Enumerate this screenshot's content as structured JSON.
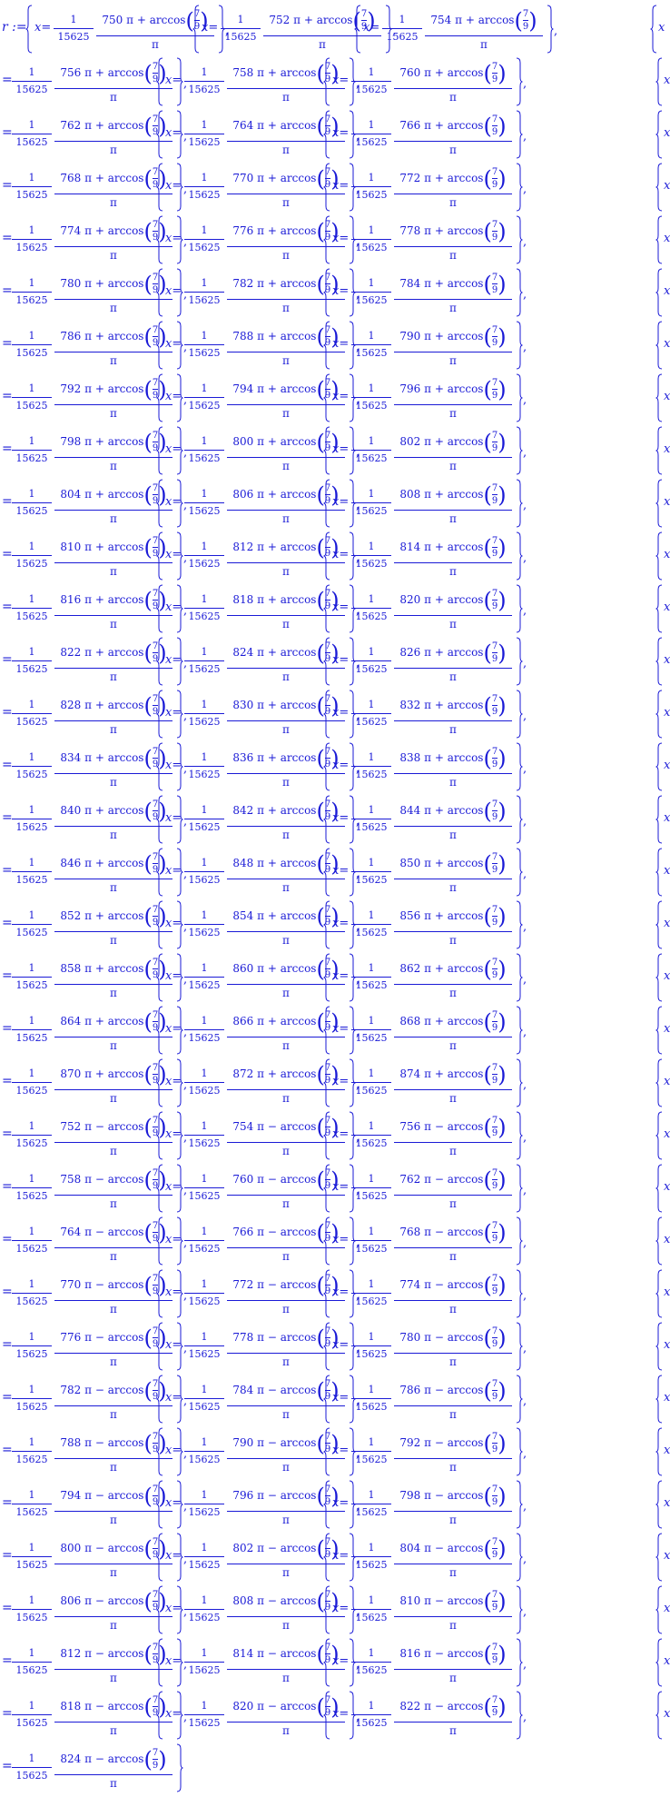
{
  "assignment_prefix": "r :=",
  "row_prefix": "=",
  "variable": "x",
  "equals_sign": "=",
  "frac_numerator": "1",
  "frac_denominator": "15625",
  "pi_symbol": "π",
  "arccos_label": "arccos",
  "arccos_arg_num": "7",
  "arccos_arg_den": "9",
  "separator": ",",
  "rows": [
    {
      "terms": [
        {
          "k": "750",
          "op": "+"
        },
        {
          "k": "752",
          "op": "+"
        },
        {
          "k": "754",
          "op": "+"
        }
      ]
    },
    {
      "terms": [
        {
          "k": "756",
          "op": "+"
        },
        {
          "k": "758",
          "op": "+"
        },
        {
          "k": "760",
          "op": "+"
        }
      ]
    },
    {
      "terms": [
        {
          "k": "762",
          "op": "+"
        },
        {
          "k": "764",
          "op": "+"
        },
        {
          "k": "766",
          "op": "+"
        }
      ]
    },
    {
      "terms": [
        {
          "k": "768",
          "op": "+"
        },
        {
          "k": "770",
          "op": "+"
        },
        {
          "k": "772",
          "op": "+"
        }
      ]
    },
    {
      "terms": [
        {
          "k": "774",
          "op": "+"
        },
        {
          "k": "776",
          "op": "+"
        },
        {
          "k": "778",
          "op": "+"
        }
      ]
    },
    {
      "terms": [
        {
          "k": "780",
          "op": "+"
        },
        {
          "k": "782",
          "op": "+"
        },
        {
          "k": "784",
          "op": "+"
        }
      ]
    },
    {
      "terms": [
        {
          "k": "786",
          "op": "+"
        },
        {
          "k": "788",
          "op": "+"
        },
        {
          "k": "790",
          "op": "+"
        }
      ]
    },
    {
      "terms": [
        {
          "k": "792",
          "op": "+"
        },
        {
          "k": "794",
          "op": "+"
        },
        {
          "k": "796",
          "op": "+"
        }
      ]
    },
    {
      "terms": [
        {
          "k": "798",
          "op": "+"
        },
        {
          "k": "800",
          "op": "+"
        },
        {
          "k": "802",
          "op": "+"
        }
      ]
    },
    {
      "terms": [
        {
          "k": "804",
          "op": "+"
        },
        {
          "k": "806",
          "op": "+"
        },
        {
          "k": "808",
          "op": "+"
        }
      ]
    },
    {
      "terms": [
        {
          "k": "810",
          "op": "+"
        },
        {
          "k": "812",
          "op": "+"
        },
        {
          "k": "814",
          "op": "+"
        }
      ]
    },
    {
      "terms": [
        {
          "k": "816",
          "op": "+"
        },
        {
          "k": "818",
          "op": "+"
        },
        {
          "k": "820",
          "op": "+"
        }
      ]
    },
    {
      "terms": [
        {
          "k": "822",
          "op": "+"
        },
        {
          "k": "824",
          "op": "+"
        },
        {
          "k": "826",
          "op": "+"
        }
      ]
    },
    {
      "terms": [
        {
          "k": "828",
          "op": "+"
        },
        {
          "k": "830",
          "op": "+"
        },
        {
          "k": "832",
          "op": "+"
        }
      ]
    },
    {
      "terms": [
        {
          "k": "834",
          "op": "+"
        },
        {
          "k": "836",
          "op": "+"
        },
        {
          "k": "838",
          "op": "+"
        }
      ]
    },
    {
      "terms": [
        {
          "k": "840",
          "op": "+"
        },
        {
          "k": "842",
          "op": "+"
        },
        {
          "k": "844",
          "op": "+"
        }
      ]
    },
    {
      "terms": [
        {
          "k": "846",
          "op": "+"
        },
        {
          "k": "848",
          "op": "+"
        },
        {
          "k": "850",
          "op": "+"
        }
      ]
    },
    {
      "terms": [
        {
          "k": "852",
          "op": "+"
        },
        {
          "k": "854",
          "op": "+"
        },
        {
          "k": "856",
          "op": "+"
        }
      ]
    },
    {
      "terms": [
        {
          "k": "858",
          "op": "+"
        },
        {
          "k": "860",
          "op": "+"
        },
        {
          "k": "862",
          "op": "+"
        }
      ]
    },
    {
      "terms": [
        {
          "k": "864",
          "op": "+"
        },
        {
          "k": "866",
          "op": "+"
        },
        {
          "k": "868",
          "op": "+"
        }
      ]
    },
    {
      "terms": [
        {
          "k": "870",
          "op": "+"
        },
        {
          "k": "872",
          "op": "+"
        },
        {
          "k": "874",
          "op": "+"
        }
      ]
    },
    {
      "terms": [
        {
          "k": "752",
          "op": "−"
        },
        {
          "k": "754",
          "op": "−"
        },
        {
          "k": "756",
          "op": "−"
        }
      ]
    },
    {
      "terms": [
        {
          "k": "758",
          "op": "−"
        },
        {
          "k": "760",
          "op": "−"
        },
        {
          "k": "762",
          "op": "−"
        }
      ]
    },
    {
      "terms": [
        {
          "k": "764",
          "op": "−"
        },
        {
          "k": "766",
          "op": "−"
        },
        {
          "k": "768",
          "op": "−"
        }
      ]
    },
    {
      "terms": [
        {
          "k": "770",
          "op": "−"
        },
        {
          "k": "772",
          "op": "−"
        },
        {
          "k": "774",
          "op": "−"
        }
      ]
    },
    {
      "terms": [
        {
          "k": "776",
          "op": "−"
        },
        {
          "k": "778",
          "op": "−"
        },
        {
          "k": "780",
          "op": "−"
        }
      ]
    },
    {
      "terms": [
        {
          "k": "782",
          "op": "−"
        },
        {
          "k": "784",
          "op": "−"
        },
        {
          "k": "786",
          "op": "−"
        }
      ]
    },
    {
      "terms": [
        {
          "k": "788",
          "op": "−"
        },
        {
          "k": "790",
          "op": "−"
        },
        {
          "k": "792",
          "op": "−"
        }
      ]
    },
    {
      "terms": [
        {
          "k": "794",
          "op": "−"
        },
        {
          "k": "796",
          "op": "−"
        },
        {
          "k": "798",
          "op": "−"
        }
      ]
    },
    {
      "terms": [
        {
          "k": "800",
          "op": "−"
        },
        {
          "k": "802",
          "op": "−"
        },
        {
          "k": "804",
          "op": "−"
        }
      ]
    },
    {
      "terms": [
        {
          "k": "806",
          "op": "−"
        },
        {
          "k": "808",
          "op": "−"
        },
        {
          "k": "810",
          "op": "−"
        }
      ]
    },
    {
      "terms": [
        {
          "k": "812",
          "op": "−"
        },
        {
          "k": "814",
          "op": "−"
        },
        {
          "k": "816",
          "op": "−"
        }
      ]
    },
    {
      "terms": [
        {
          "k": "818",
          "op": "−"
        },
        {
          "k": "820",
          "op": "−"
        },
        {
          "k": "822",
          "op": "−"
        }
      ]
    },
    {
      "terms": [
        {
          "k": "824",
          "op": "−"
        }
      ]
    }
  ]
}
